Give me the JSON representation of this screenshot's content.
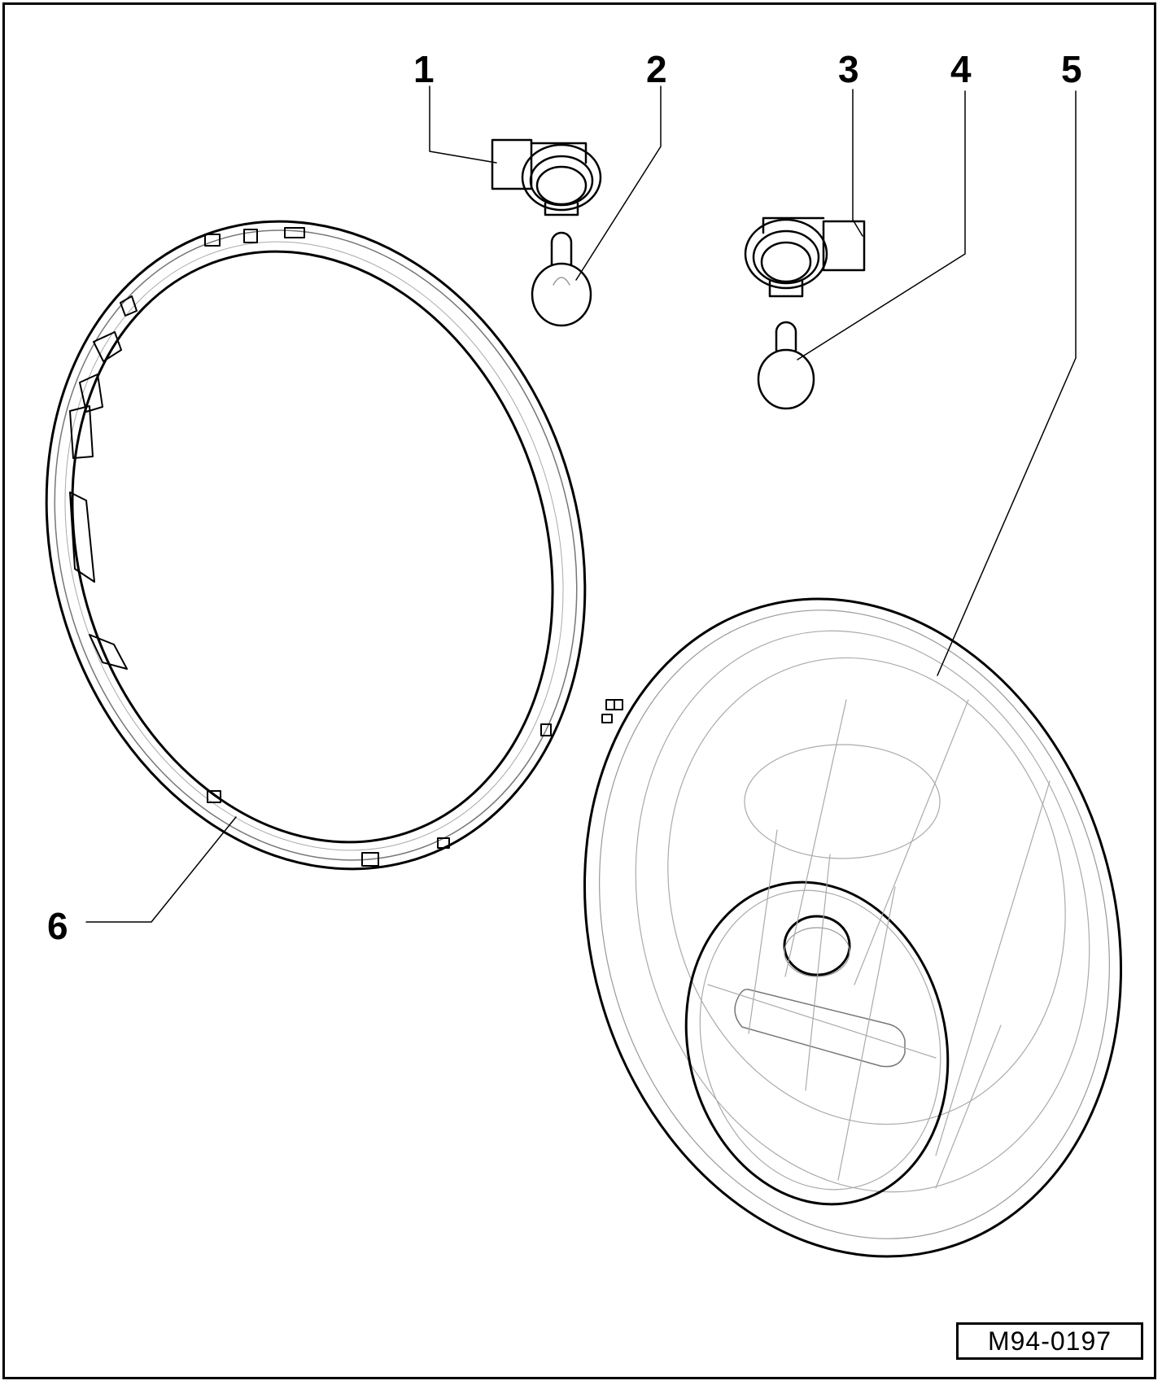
{
  "callouts": [
    {
      "id": "1",
      "label": "1"
    },
    {
      "id": "2",
      "label": "2"
    },
    {
      "id": "3",
      "label": "3"
    },
    {
      "id": "4",
      "label": "4"
    },
    {
      "id": "5",
      "label": "5"
    },
    {
      "id": "6",
      "label": "6"
    }
  ],
  "figure_id": "M94-0197",
  "colors": {
    "line": "#000000",
    "faint": "#9a9a9a",
    "background": "#ffffff"
  }
}
